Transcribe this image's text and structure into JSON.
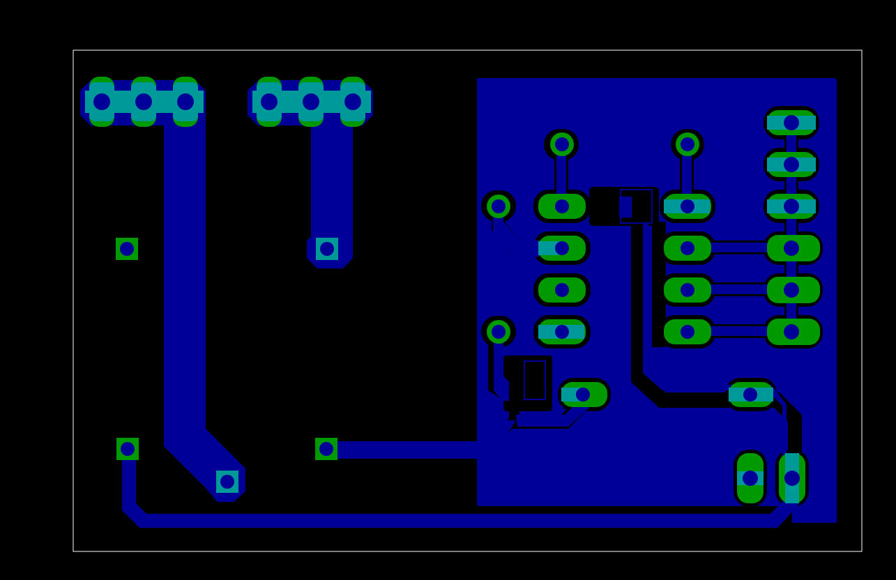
{
  "colors": {
    "background": "#000000",
    "board_outline": "#ffffff",
    "copper_pour": "#000099",
    "trace": "#000099",
    "pad_green": "#009900",
    "pad_teal": "#009999",
    "drill_hole": "#000099",
    "keepout": "#000000"
  },
  "layers": [
    "board-outline",
    "copper-pour",
    "traces",
    "pads",
    "drill-holes"
  ],
  "components": [
    {
      "name": "header-left-3pin",
      "pins": 3
    },
    {
      "name": "header-right-3pin",
      "pins": 3
    },
    {
      "name": "ic-dip-8",
      "pins": 8
    },
    {
      "name": "connector-6pin",
      "pins": 6
    },
    {
      "name": "terminal-2pin",
      "pins": 2
    }
  ]
}
